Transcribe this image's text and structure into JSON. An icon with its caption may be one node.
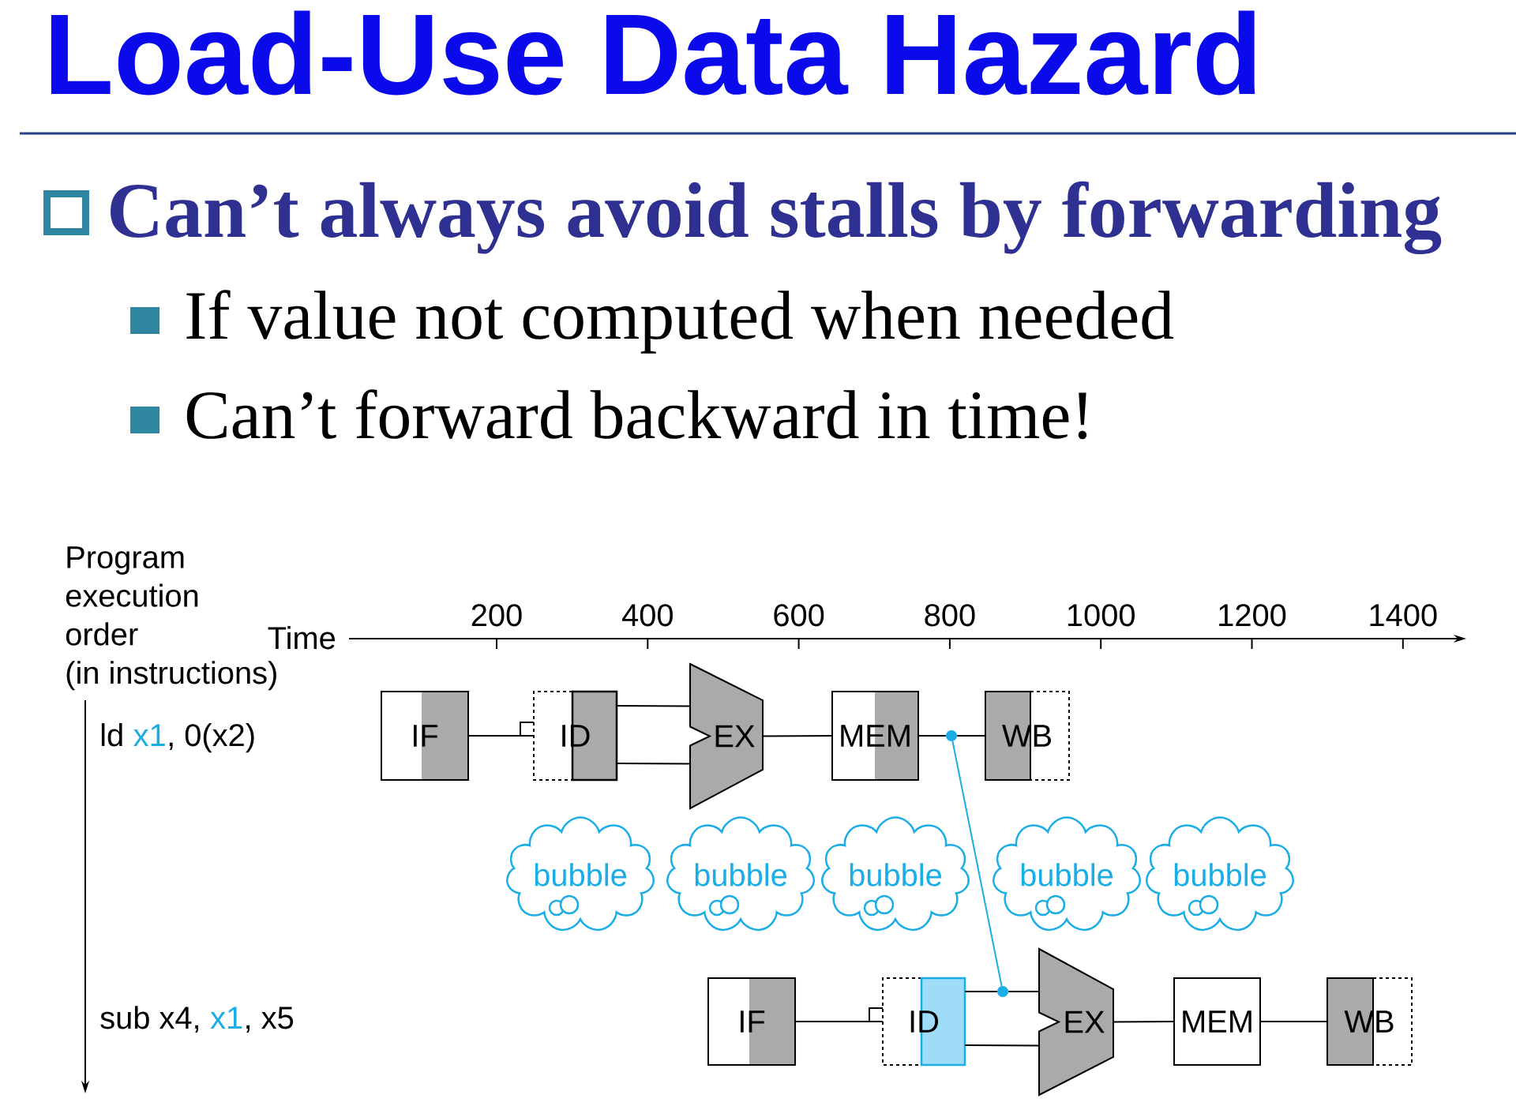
{
  "diagram": {
    "title": "Load-Use Data Hazard",
    "nodes": [
      {
        "text": [
          "IF"
        ]
      },
      {
        "text": [
          "ID"
        ]
      },
      {
        "text": [
          "EX"
        ]
      },
      {
        "text": [
          "MEM"
        ]
      },
      {
        "text": [],
        "shape": "circle"
      },
      {
        "text": [
          "WB"
        ]
      },
      {
        "text": [
          "bubble"
        ]
      },
      {
        "text": [
          "bubble"
        ]
      },
      {
        "text": [
          "bubble"
        ]
      },
      {
        "text": [
          "bubble"
        ]
      },
      {
        "text": [
          "bubble"
        ]
      },
      {
        "text": [
          "IF"
        ]
      },
      {
        "text": [
          "ID"
        ]
      },
      {
        "text": [],
        "shape": "circle"
      },
      {
        "text": [
          "EX"
        ]
      },
      {
        "text": [
          "MEM"
        ]
      },
      {
        "text": [
          "WB"
        ]
      }
    ],
    "edges": [
      {
        "from": 0,
        "to": 1,
        "arrow": "none"
      },
      {
        "from": 1,
        "to": 2,
        "arrow": "none"
      },
      {
        "from": 1,
        "to": 2,
        "arrow": "none"
      },
      {
        "from": 2,
        "to": 3,
        "arrow": "none"
      },
      {
        "from": 3,
        "to": 4,
        "arrow": "none"
      },
      {
        "from": 4,
        "to": 5,
        "arrow": "none"
      },
      {
        "from": 4,
        "to": 13,
        "arrow": "none",
        "color": "#1aade6"
      },
      {
        "from": 11,
        "to": 12,
        "arrow": "none"
      },
      {
        "from": 12,
        "to": 13,
        "arrow": "none"
      },
      {
        "from": 13,
        "to": 14,
        "arrow": "none"
      },
      {
        "from": 12,
        "to": 14,
        "arrow": "none"
      },
      {
        "from": 14,
        "to": 15,
        "arrow": "none"
      },
      {
        "from": 15,
        "to": 16,
        "arrow": "none"
      }
    ],
    "labels": [
      "Can’t always avoid stalls by forwarding",
      "If value not computed when needed",
      "Can’t forward backward in time!",
      "Program execution order (in instructions)",
      "Time",
      "200",
      "400",
      "600",
      "800",
      "1000",
      "1200",
      "1400",
      "ld",
      "x1",
      ", 0(x2)",
      "sub x4,",
      "x1",
      ", x5"
    ]
  }
}
